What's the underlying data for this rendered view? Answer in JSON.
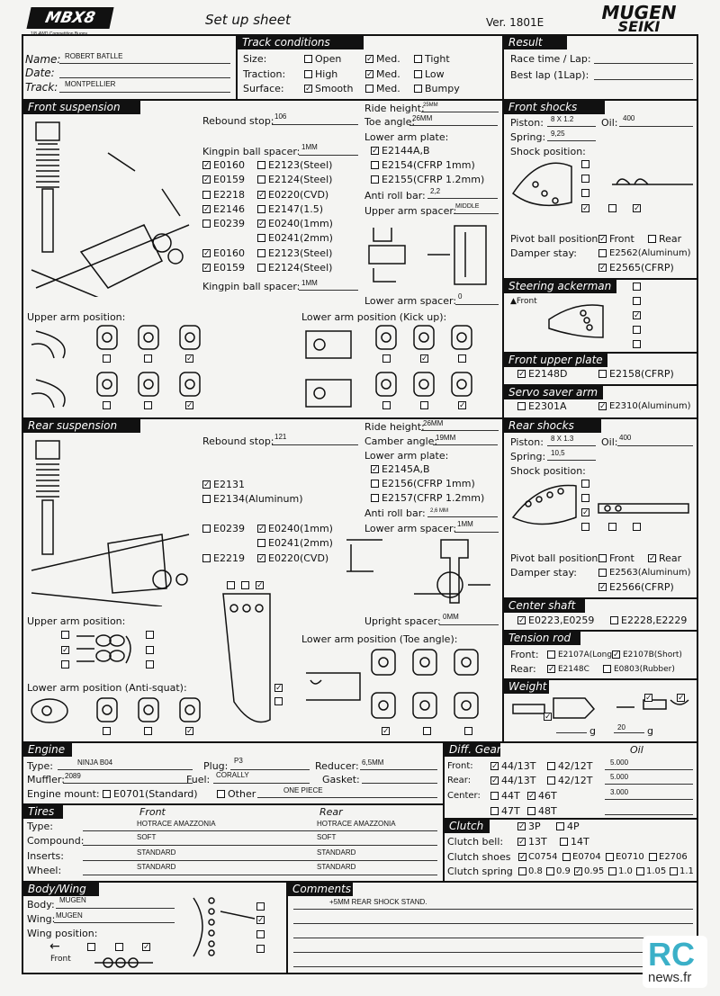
{
  "header": {
    "brand_left": "MBX8",
    "brand_left_tag": "1/8 4WD Competition Buggy",
    "title": "Set up sheet",
    "version": "Ver. 1801E",
    "brand_right_line1": "MUGEN",
    "brand_right_line2": "SEIKI"
  },
  "info": {
    "name_label": "Name:",
    "name_value": "ROBERT BATLLE",
    "date_label": "Date:",
    "date_value": "",
    "track_label": "Track:",
    "track_value": "MONTPELLIER"
  },
  "track_conditions": {
    "title": "Track conditions",
    "size_label": "Size:",
    "traction_label": "Traction:",
    "surface_label": "Surface:",
    "size_opts": [
      "Open",
      "Med.",
      "Tight"
    ],
    "traction_opts": [
      "High",
      "Med.",
      "Low"
    ],
    "surface_opts": [
      "Smooth",
      "Med.",
      "Bumpy"
    ]
  },
  "result": {
    "title": "Result",
    "race_label": "Race time / Lap:",
    "best_label": "Best lap (1Lap):"
  },
  "front_suspension": {
    "title": "Front suspension",
    "rebound_label": "Rebound stop:",
    "rebound_value": "106",
    "kingpin_label": "Kingpin ball spacer:",
    "kingpin_value": "1MM",
    "kingpin2_label": "Kingpin ball spacer:",
    "kingpin2_value": "1MM",
    "opts": [
      "E0160",
      "E2123(Steel)",
      "E0159",
      "E2124(Steel)",
      "E2218",
      "E0220(CVD)",
      "E2146",
      "E2147(1.5)",
      "E0239",
      "E0240(1mm)",
      "E0241(2mm)",
      "E0160",
      "E2123(Steel)",
      "E0159",
      "E2124(Steel)"
    ],
    "ride_label": "Ride height:",
    "ride_value": "25MM",
    "toe_label": "Toe angle:",
    "toe_value": "26MM",
    "lower_plate_label": "Lower arm plate:",
    "plate_opts": [
      "E2144A,B",
      "E2154(CFRP 1mm)",
      "E2155(CFRP 1.2mm)"
    ],
    "antiroll_label": "Anti roll bar:",
    "antiroll_value": "2,2",
    "upper_spacer_label": "Upper arm spacer:",
    "upper_spacer_value": "MIDDLE",
    "lower_spacer_label": "Lower arm spacer:",
    "lower_spacer_value": "0",
    "upper_pos_label": "Upper arm position:",
    "lower_pos_label": "Lower arm position (Kick up):"
  },
  "front_shocks": {
    "title": "Front shocks",
    "piston_label": "Piston:",
    "piston_value": "8 X 1.2",
    "oil_label": "Oil:",
    "oil_value": "400",
    "spring_label": "Spring:",
    "spring_value": "9,25",
    "pos_label": "Shock position:",
    "pivot_label": "Pivot ball position:",
    "pivot_opts": [
      "Front",
      "Rear"
    ],
    "damper_label": "Damper stay:",
    "damper_opts": [
      "E2562(Aluminum)",
      "E2565(CFRP)"
    ]
  },
  "steering": {
    "title": "Steering ackerman",
    "front_label": "Front"
  },
  "front_upper_plate": {
    "title": "Front upper plate",
    "opts": [
      "E2148D",
      "E2158(CFRP)"
    ]
  },
  "servo_saver": {
    "title": "Servo saver arm",
    "opts": [
      "E2301A",
      "E2310(Aluminum)"
    ]
  },
  "rear_suspension": {
    "title": "Rear suspension",
    "rebound_label": "Rebound stop:",
    "rebound_value": "121",
    "opts": [
      "E2131",
      "E2134(Aluminum)",
      "E0239",
      "E0240(1mm)",
      "E0241(2mm)",
      "E2219",
      "E0220(CVD)"
    ],
    "ride_label": "Ride height:",
    "ride_value": "26MM",
    "camber_label": "Camber angle:",
    "camber_value": "19MM",
    "lower_plate_label": "Lower arm plate:",
    "plate_opts": [
      "E2145A,B",
      "E2156(CFRP 1mm)",
      "E2157(CFRP 1.2mm)"
    ],
    "antiroll_label": "Anti roll bar:",
    "antiroll_value": "2,6 MM",
    "lower_spacer_label": "Lower arm spacer:",
    "lower_spacer_value": "1MM",
    "upright_label": "Upright spacer:",
    "upright_value": "0MM",
    "upper_pos_label": "Upper arm position:",
    "toe_label": "Lower arm position (Toe angle):",
    "antisquat_label": "Lower arm position (Anti-squat):"
  },
  "rear_shocks": {
    "title": "Rear shocks",
    "piston_label": "Piston:",
    "piston_value": "8 X 1.3",
    "oil_label": "Oil:",
    "oil_value": "400",
    "spring_label": "Spring:",
    "spring_value": "10,5",
    "pos_label": "Shock position:",
    "pivot_label": "Pivot ball position:",
    "pivot_opts": [
      "Front",
      "Rear"
    ],
    "damper_label": "Damper stay:",
    "damper_opts": [
      "E2563(Aluminum)",
      "E2566(CFRP)"
    ]
  },
  "center_shaft": {
    "title": "Center shaft",
    "opts": [
      "E0223,E0259",
      "E2228,E2229"
    ]
  },
  "tension_rod": {
    "title": "Tension rod",
    "front_label": "Front:",
    "rear_label": "Rear:",
    "front_opts": [
      "E2107A(Long)",
      "E2107B(Short)"
    ],
    "rear_opts": [
      "E2148C",
      "E0803(Rubber)"
    ]
  },
  "weight": {
    "title": "Weight",
    "unit": "g",
    "value": "20"
  },
  "engine": {
    "title": "Engine",
    "type_label": "Type:",
    "type_value": "NINJA B04",
    "plug_label": "Plug:",
    "plug_value": "P3",
    "reducer_label": "Reducer:",
    "reducer_value": "6,5MM",
    "muffler_label": "Muffler:",
    "muffler_value": "2089",
    "fuel_label": "Fuel:",
    "fuel_value": "CORALLY",
    "gasket_label": "Gasket:",
    "gasket_value": "",
    "mount_label": "Engine mount:",
    "mount_opts": [
      "E0701(Standard)",
      "Other"
    ],
    "mount_other": "ONE PIECE"
  },
  "diff": {
    "title": "Diff. Gear",
    "oil_label": "Oil",
    "front_label": "Front:",
    "rear_label": "Rear:",
    "center_label": "Center:",
    "front_opts": [
      "44/13T",
      "42/12T"
    ],
    "front_oil": "5.000",
    "rear_opts": [
      "44/13T",
      "42/12T"
    ],
    "rear_oil": "5.000",
    "center_opts": [
      "44T",
      "46T",
      "47T",
      "48T"
    ],
    "center_oil": "3.000"
  },
  "tires": {
    "title": "Tires",
    "front_head": "Front",
    "rear_head": "Rear",
    "type_label": "Type:",
    "compound_label": "Compound:",
    "inserts_label": "Inserts:",
    "wheel_label": "Wheel:",
    "front": [
      "HOTRACE AMAZZONIA",
      "SOFT",
      "STANDARD",
      "STANDARD"
    ],
    "rear": [
      "HOTRACE AMAZZONIA",
      "SOFT",
      "STANDARD",
      "STANDARD"
    ]
  },
  "clutch": {
    "title": "Clutch",
    "type_opts": [
      "3P",
      "4P"
    ],
    "bell_label": "Clutch bell:",
    "bell_opts": [
      "13T",
      "14T"
    ],
    "shoes_label": "Clutch shoes",
    "shoes_opts": [
      "C0754",
      "E0704",
      "E0710",
      "E2706"
    ],
    "spring_label": "Clutch spring",
    "spring_opts": [
      "0.8",
      "0.9",
      "0.95",
      "1.0",
      "1.05",
      "1.1"
    ]
  },
  "body_wing": {
    "title": "Body/Wing",
    "body_label": "Body:",
    "body_value": "MUGEN",
    "wing_label": "Wing:",
    "wing_value": "MUGEN",
    "wingpos_label": "Wing position:",
    "front_label": "Front"
  },
  "comments": {
    "title": "Comments",
    "text": "+5MM REAR SHOCK STAND."
  },
  "watermark": {
    "big": "RC",
    "small": "news.fr"
  }
}
